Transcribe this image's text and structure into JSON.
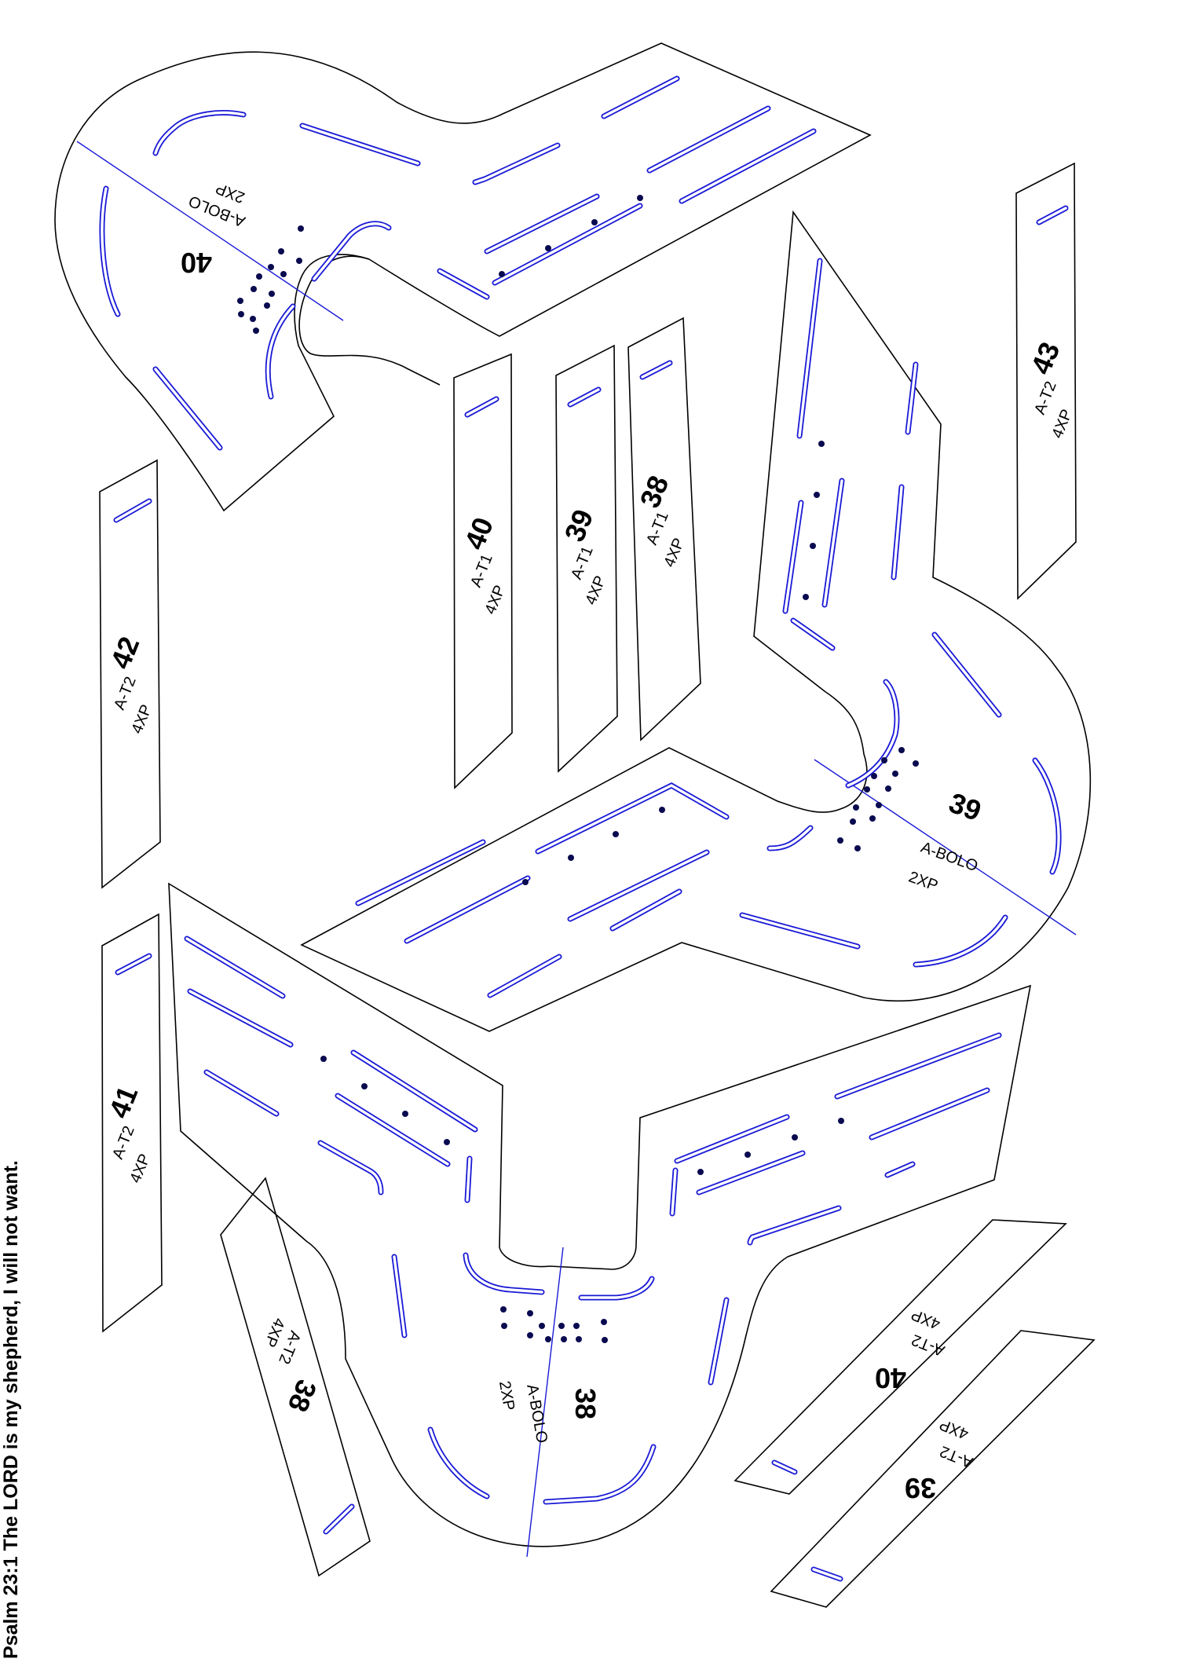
{
  "sheet": {
    "verse": "Psalm 23:1 The LORD is my shepherd, I will not want."
  },
  "parts": {
    "bolo_40": {
      "number": "40",
      "name": "A-BOLO",
      "qty": "2XP"
    },
    "bolo_39": {
      "number": "39",
      "name": "A-BOLO",
      "qty": "2XP"
    },
    "bolo_38": {
      "number": "38",
      "name": "A-BOLO",
      "qty": "2XP"
    },
    "t1_40": {
      "number": "40",
      "name": "A-T1",
      "qty": "4XP"
    },
    "t1_39": {
      "number": "39",
      "name": "A-T1",
      "qty": "4XP"
    },
    "t1_38": {
      "number": "38",
      "name": "A-T1",
      "qty": "4XP"
    },
    "t2_43": {
      "number": "43",
      "name": "A-T2",
      "qty": "4XP"
    },
    "t2_42": {
      "number": "42",
      "name": "A-T2",
      "qty": "4XP"
    },
    "t2_41": {
      "number": "41",
      "name": "A-T2",
      "qty": "4XP"
    },
    "t2_38": {
      "number": "38",
      "name": "A-T2",
      "qty": "4XP"
    },
    "t2_40": {
      "number": "40",
      "name": "A-T2",
      "qty": "4XP"
    },
    "t2_39": {
      "number": "39",
      "name": "A-T2",
      "qty": "4XP"
    }
  },
  "colors": {
    "outline": "#000000",
    "slot": "#1a1ad6",
    "hole": "#0a0a50",
    "background": "#ffffff"
  }
}
